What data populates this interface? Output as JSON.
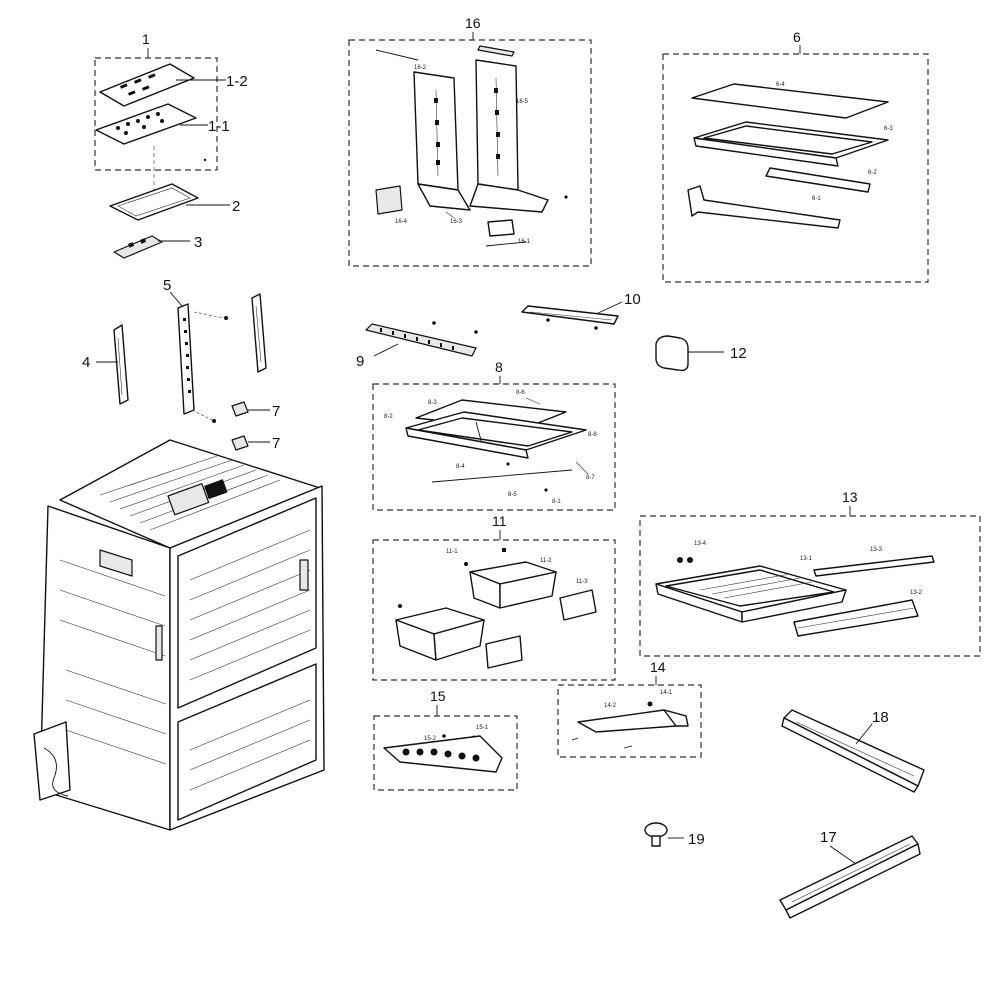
{
  "groups": [
    {
      "id": "g1",
      "label": "1"
    },
    {
      "id": "g6",
      "label": "6"
    },
    {
      "id": "g8",
      "label": "8"
    },
    {
      "id": "g11",
      "label": "11"
    },
    {
      "id": "g13",
      "label": "13"
    },
    {
      "id": "g14",
      "label": "14"
    },
    {
      "id": "g15",
      "label": "15"
    },
    {
      "id": "g16",
      "label": "16"
    }
  ],
  "callouts": {
    "p1_2": "1-2",
    "p1_1": "1-1",
    "p2": "2",
    "p3": "3",
    "p4": "4",
    "p5": "5",
    "p7a": "7",
    "p7b": "7",
    "p9": "9",
    "p10": "10",
    "p12": "12",
    "p17": "17",
    "p18": "18",
    "p19": "19"
  },
  "sublabels": {
    "s16_2": "16-2",
    "s16_5": "16-5",
    "s16_4": "16-4",
    "s16_3": "16-3",
    "s16_1": "16-1",
    "s6_4": "6-4",
    "s6_3": "6-3",
    "s6_2": "6-2",
    "s6_1": "6-1",
    "s8_3": "8-3",
    "s8_6": "8-6",
    "s8_2": "8-2",
    "s8_8": "8-8",
    "s8_4": "8-4",
    "s8_7": "8-7",
    "s8_5": "8-5",
    "s8_1": "8-1",
    "s11_1": "11-1",
    "s11_2": "11-2",
    "s11_3": "11-3",
    "s13_4": "13-4",
    "s13_1": "13-1",
    "s13_3": "13-3",
    "s13_2": "13-2",
    "s14_2": "14-2",
    "s14_1": "14-1",
    "s15_2": "15-2",
    "s15_1": "15-1"
  }
}
